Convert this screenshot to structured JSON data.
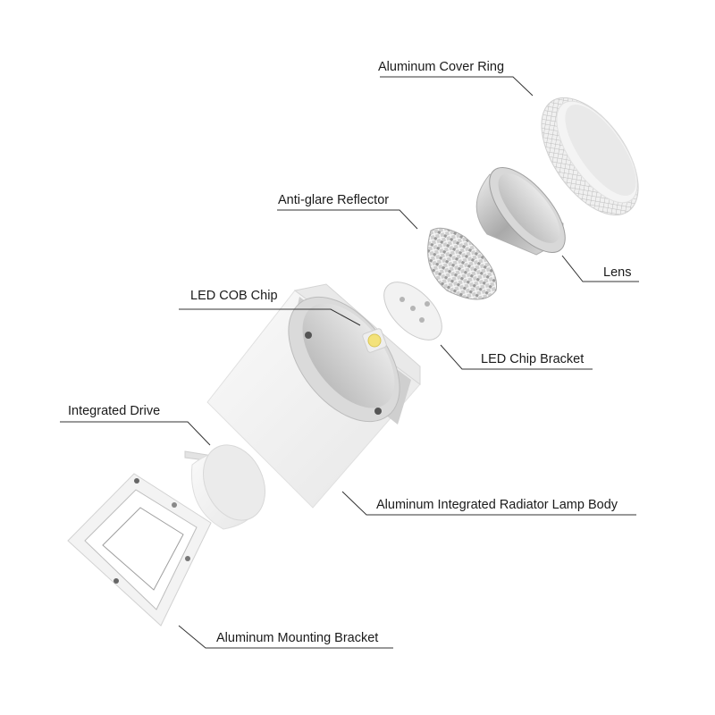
{
  "diagram": {
    "title": "Exploded view of surface-mounted LED downlight",
    "background": "#ffffff",
    "line_color": "#333333",
    "labels": [
      {
        "id": "cover-ring",
        "text": "Aluminum Cover Ring"
      },
      {
        "id": "reflector",
        "text": "Anti-glare Reflector"
      },
      {
        "id": "lens",
        "text": "Lens"
      },
      {
        "id": "cob-chip",
        "text": "LED COB Chip"
      },
      {
        "id": "chip-bracket",
        "text": "LED Chip Bracket"
      },
      {
        "id": "drive",
        "text": "Integrated Drive"
      },
      {
        "id": "lamp-body",
        "text": "Aluminum Integrated Radiator Lamp Body"
      },
      {
        "id": "mounting-bracket",
        "text": "Aluminum Mounting Bracket"
      }
    ],
    "components": [
      {
        "name": "aluminum-cover-ring",
        "shape": "knurled ring"
      },
      {
        "name": "lens",
        "shape": "metallic cup"
      },
      {
        "name": "anti-glare-reflector",
        "shape": "faceted cup"
      },
      {
        "name": "led-chip-bracket",
        "shape": "disc"
      },
      {
        "name": "led-cob-chip",
        "shape": "yellow square chip"
      },
      {
        "name": "lamp-body",
        "shape": "white cube"
      },
      {
        "name": "integrated-drive",
        "shape": "white cylinder"
      },
      {
        "name": "mounting-bracket",
        "shape": "rectangular frame"
      }
    ],
    "colors": {
      "body_white": "#f2f2f2",
      "body_shadow": "#d9d9d9",
      "metal": "#c8c8c8",
      "cob_yellow": "#f3e27a"
    }
  }
}
